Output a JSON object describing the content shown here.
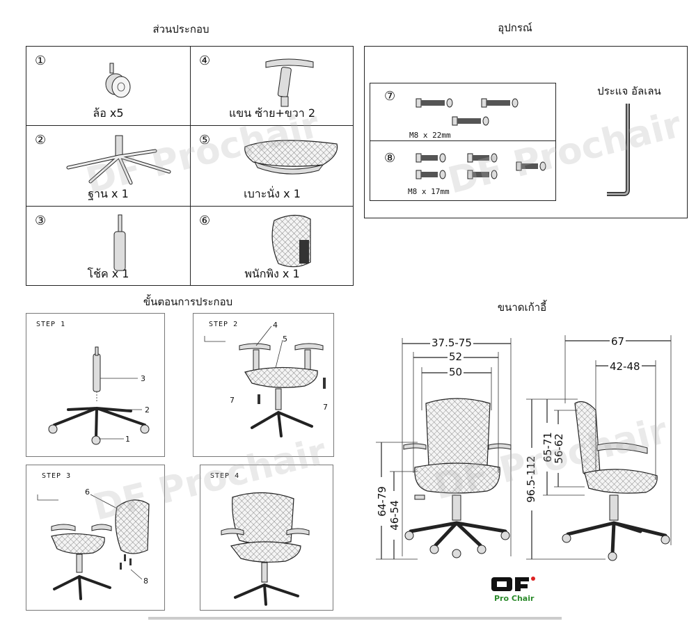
{
  "titles": {
    "parts": "ส่วนประกอบ",
    "accessories": "อุปกรณ์",
    "steps": "ขั้นตอนการประกอบ",
    "size": "ขนาดเก้าอี้"
  },
  "parts": [
    {
      "num": "①",
      "label": "ล้อ x5",
      "icon": "caster-wheel"
    },
    {
      "num": "②",
      "label": "ฐาน x 1",
      "icon": "chair-base"
    },
    {
      "num": "③",
      "label": "โช้ค x 1",
      "icon": "gas-cylinder"
    },
    {
      "num": "④",
      "label": "แขน ซ้าย+ขวา 2",
      "icon": "armrest"
    },
    {
      "num": "⑤",
      "label": "เบาะนั่ง x 1",
      "icon": "seat"
    },
    {
      "num": "⑥",
      "label": "พนักพิง x 1",
      "icon": "backrest"
    }
  ],
  "accessories": {
    "screw_sets": [
      {
        "num": "⑦",
        "size": "M8 x 22mm"
      },
      {
        "num": "⑧",
        "size": "M8 x 17mm"
      }
    ],
    "key_label": "ประแจ อัลเลน"
  },
  "steps": [
    {
      "label": "STEP 1",
      "callouts": [
        "3",
        "2",
        "1"
      ]
    },
    {
      "label": "STEP 2",
      "callouts": [
        "4",
        "5",
        "7",
        "7"
      ]
    },
    {
      "label": "STEP 3",
      "callouts": [
        "6",
        "8"
      ]
    },
    {
      "label": "STEP 4",
      "callouts": []
    }
  ],
  "dimensions": {
    "front": {
      "overall_width": "37.5-75",
      "seat_width": "52",
      "back_width": "50",
      "armrest_height": "64-79",
      "seat_height": "46-54"
    },
    "side": {
      "overall_depth": "67",
      "seat_depth": "42-48",
      "total_height": "96.5-112",
      "back_height": "65-71",
      "back_panel": "56-62"
    }
  },
  "watermark": "DF Prochair",
  "logo_text": "Pro Chair"
}
